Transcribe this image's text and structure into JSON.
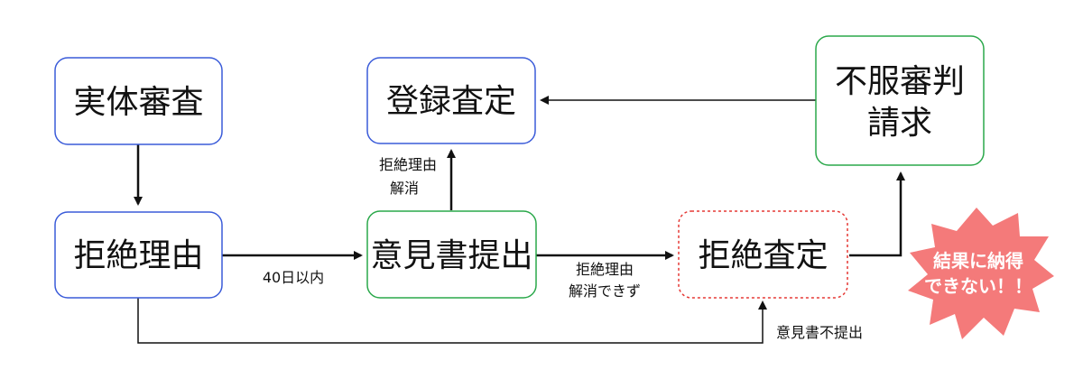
{
  "nodes": {
    "jittai_shinsa": {
      "label": "実体審査",
      "border": "#3a5bd9"
    },
    "kyozetsu_riyu": {
      "label": "拒絶理由",
      "border": "#3a5bd9"
    },
    "toroku_satei": {
      "label": "登録査定",
      "border": "#3a5bd9"
    },
    "ikensho_teishutsu": {
      "label": "意見書提出",
      "border": "#2aa84a"
    },
    "kyozetsu_satei": {
      "label": "拒絶査定",
      "border": "#e53935"
    },
    "fufuku_shinpan": {
      "lines": [
        "不服審判",
        "請求"
      ],
      "border": "#2aa84a"
    }
  },
  "edge_labels": {
    "within_40_days": "40日以内",
    "reason_resolved": [
      "拒絶理由",
      "解消"
    ],
    "not_resolved": [
      "拒絶理由",
      "解消できず"
    ],
    "no_opinion": "意見書不提出"
  },
  "burst": {
    "lines": [
      "結果に納得",
      "できない！！"
    ],
    "fill": "#f47a7a"
  }
}
